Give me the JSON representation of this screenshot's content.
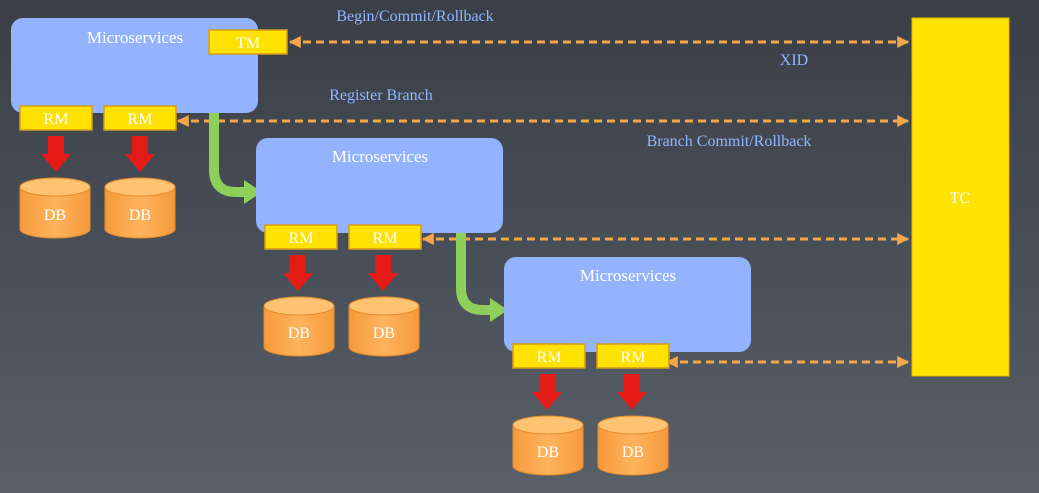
{
  "diagram": {
    "services": [
      {
        "title": "Microservices",
        "tm": "TM",
        "rm": [
          "RM",
          "RM"
        ],
        "db": [
          "DB",
          "DB"
        ]
      },
      {
        "title": "Microservices",
        "rm": [
          "RM",
          "RM"
        ],
        "db": [
          "DB",
          "DB"
        ]
      },
      {
        "title": "Microservices",
        "rm": [
          "RM",
          "RM"
        ],
        "db": [
          "DB",
          "DB"
        ]
      }
    ],
    "tc": {
      "label": "TC"
    },
    "messages": {
      "begin": "Begin/Commit/Rollback",
      "xid": "XID",
      "register": "Register Branch",
      "branch": "Branch Commit/Rollback"
    },
    "colors": {
      "service_fill": "#93b3ff",
      "tag_fill": "#ffe200",
      "tag_border": "#d99a1c",
      "db_fill": "#ffa94a",
      "db_top": "#ffc371",
      "dashed_arrow": "#f4a64a",
      "down_arrow": "#e51b17",
      "flow_arrow": "#8ecf5c",
      "tc_fill": "#ffe400",
      "label_text": "#8fb6ff"
    }
  }
}
